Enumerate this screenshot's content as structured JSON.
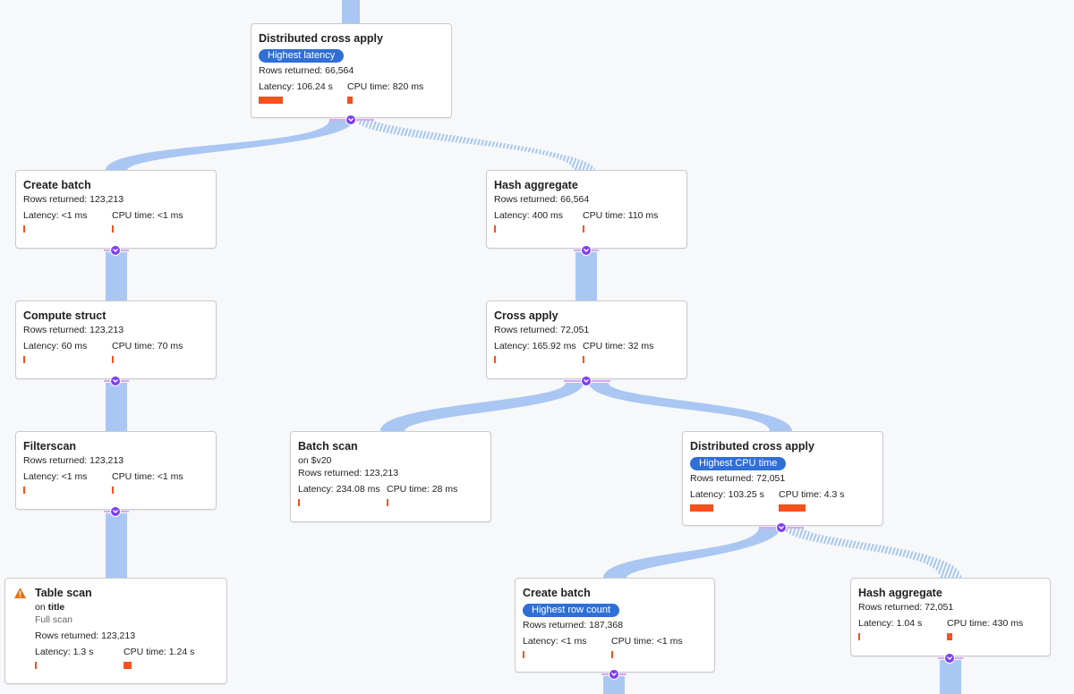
{
  "colors": {
    "edge": "#a9c7f2",
    "bar": "#f4511e",
    "badge": "#2f6fd6",
    "toggle": "#7e3ff2",
    "warning": "#e8710a"
  },
  "labels": {
    "rows_prefix": "Rows returned: ",
    "latency_prefix": "Latency: ",
    "cpu_prefix": "CPU time: ",
    "on_prefix": "on "
  },
  "nodes": [
    {
      "id": "n1",
      "title": "Distributed cross apply",
      "badge": "Highest latency",
      "rows": "66,564",
      "latency": "106.24 s",
      "cpu": "820 ms",
      "latency_share": 0.9,
      "cpu_share": 0.2
    },
    {
      "id": "n2",
      "title": "Create batch",
      "rows": "123,213",
      "latency": "<1 ms",
      "cpu": "<1 ms",
      "latency_share": 0.05,
      "cpu_share": 0.05
    },
    {
      "id": "n3",
      "title": "Hash aggregate",
      "rows": "66,564",
      "latency": "400 ms",
      "cpu": "110 ms",
      "latency_share": 0.05,
      "cpu_share": 0.05
    },
    {
      "id": "n4",
      "title": "Compute struct",
      "rows": "123,213",
      "latency": "60 ms",
      "cpu": "70 ms",
      "latency_share": 0.05,
      "cpu_share": 0.05
    },
    {
      "id": "n5",
      "title": "Cross apply",
      "rows": "72,051",
      "latency": "165.92 ms",
      "cpu": "32 ms",
      "latency_share": 0.05,
      "cpu_share": 0.05
    },
    {
      "id": "n6",
      "title": "Filterscan",
      "rows": "123,213",
      "latency": "<1 ms",
      "cpu": "<1 ms",
      "latency_share": 0.05,
      "cpu_share": 0.05
    },
    {
      "id": "n7",
      "title": "Batch scan",
      "on": "$v20",
      "rows": "123,213",
      "latency": "234.08 ms",
      "cpu": "28 ms",
      "latency_share": 0.05,
      "cpu_share": 0.05
    },
    {
      "id": "n8",
      "title": "Distributed cross apply",
      "badge": "Highest CPU time",
      "rows": "72,051",
      "latency": "103.25 s",
      "cpu": "4.3 s",
      "latency_share": 0.85,
      "cpu_share": 1.0
    },
    {
      "id": "n9",
      "title": "Table scan",
      "warning": true,
      "on": "title",
      "detail": "Full scan",
      "rows": "123,213",
      "latency": "1.3 s",
      "cpu": "1.24 s",
      "latency_share": 0.05,
      "cpu_share": 0.3
    },
    {
      "id": "n10",
      "title": "Create batch",
      "badge": "Highest row count",
      "rows": "187,368",
      "latency": "<1 ms",
      "cpu": "<1 ms",
      "latency_share": 0.05,
      "cpu_share": 0.05
    },
    {
      "id": "n11",
      "title": "Hash aggregate",
      "rows": "72,051",
      "latency": "1.04 s",
      "cpu": "430 ms",
      "latency_share": 0.05,
      "cpu_share": 0.2
    }
  ]
}
